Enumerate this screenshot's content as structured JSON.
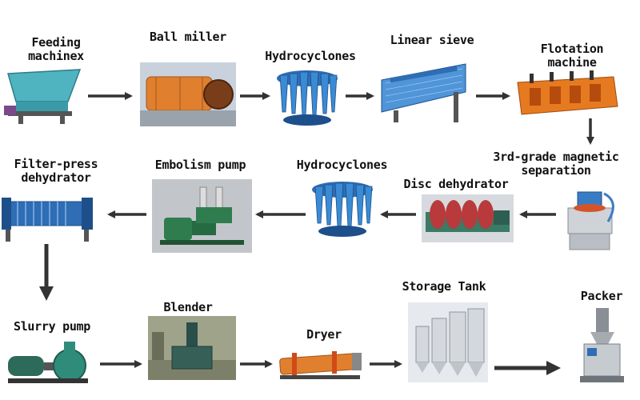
{
  "stages": {
    "feeding_machine": "Feeding\nmachinex",
    "ball_miller": "Ball miller",
    "hydrocyclones_top": "Hydrocyclones",
    "linear_sieve": "Linear sieve",
    "flotation_machine": "Flotation\nmachine",
    "magnetic_separation": "3rd-grade magnetic\nseparation",
    "disc_dehydrator": "Disc dehydrator",
    "hydrocyclones_mid": "Hydrocyclones",
    "embolism_pump": "Embolism pump",
    "filter_press": "Filter-press\ndehydrator",
    "slurry_pump": "Slurry pump",
    "blender": "Blender",
    "dryer": "Dryer",
    "storage_tank": "Storage Tank",
    "packer": "Packer"
  },
  "colors": {
    "arrow": "#333333",
    "steel_blue": "#3a7cc4",
    "orange": "#e0802e",
    "teal": "#3aa8a8",
    "grey": "#b9b9b9"
  }
}
